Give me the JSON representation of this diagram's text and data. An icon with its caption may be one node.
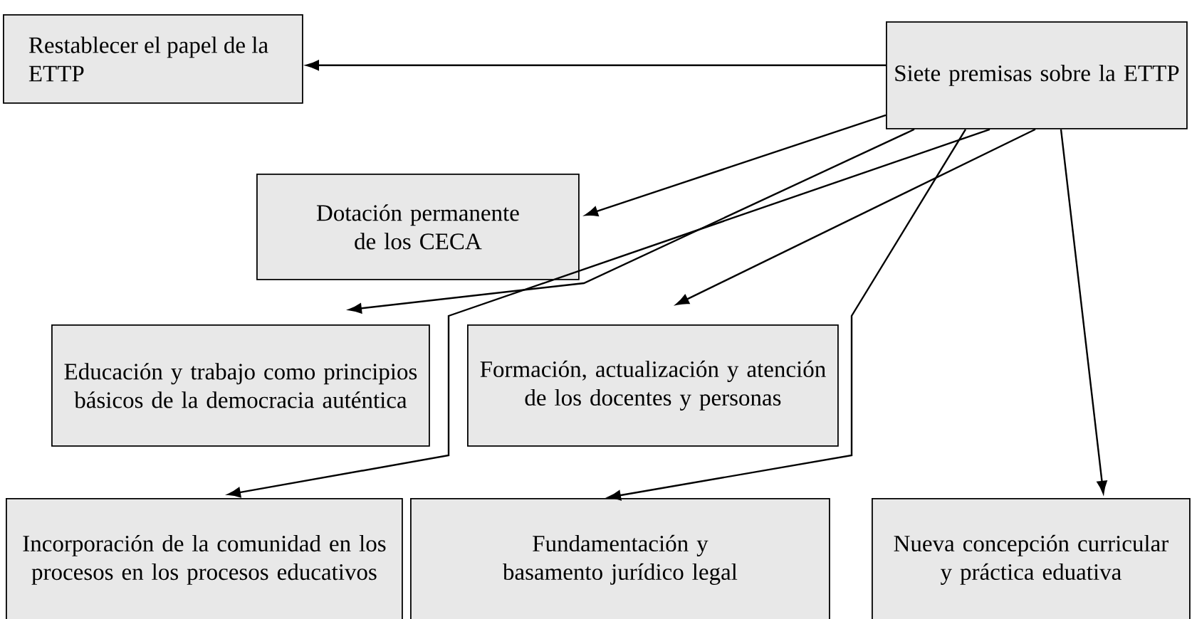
{
  "diagram": {
    "nodes": [
      {
        "text": [
          "Siete premisas sobre la ETTP"
        ]
      },
      {
        "text": [
          "Restablecer el papel de la ETTP"
        ]
      },
      {
        "text": [
          "Dotación permanente de los CECA"
        ]
      },
      {
        "text": [
          "Educación y trabajo como principios básicos de la democracia auténtica"
        ]
      },
      {
        "text": [
          "Formación, actualización y atención de los docentes y personas"
        ]
      },
      {
        "text": [
          "Incorporación de la comunidad en los procesos en los procesos educativos"
        ]
      },
      {
        "text": [
          "Fundamentación y basamento jurídico legal"
        ]
      },
      {
        "text": [
          "Nueva concepción curricular y práctica eduativa"
        ]
      }
    ],
    "edges": [
      {
        "from": 0,
        "to": 1,
        "arrow": "to"
      },
      {
        "from": 0,
        "to": 2,
        "arrow": "to"
      },
      {
        "from": 0,
        "to": 3,
        "arrow": "to"
      },
      {
        "from": 0,
        "to": 4,
        "arrow": "to"
      },
      {
        "from": 0,
        "to": 5,
        "arrow": "to"
      },
      {
        "from": 0,
        "to": 6,
        "arrow": "to"
      },
      {
        "from": 0,
        "to": 7,
        "arrow": "to"
      }
    ]
  }
}
